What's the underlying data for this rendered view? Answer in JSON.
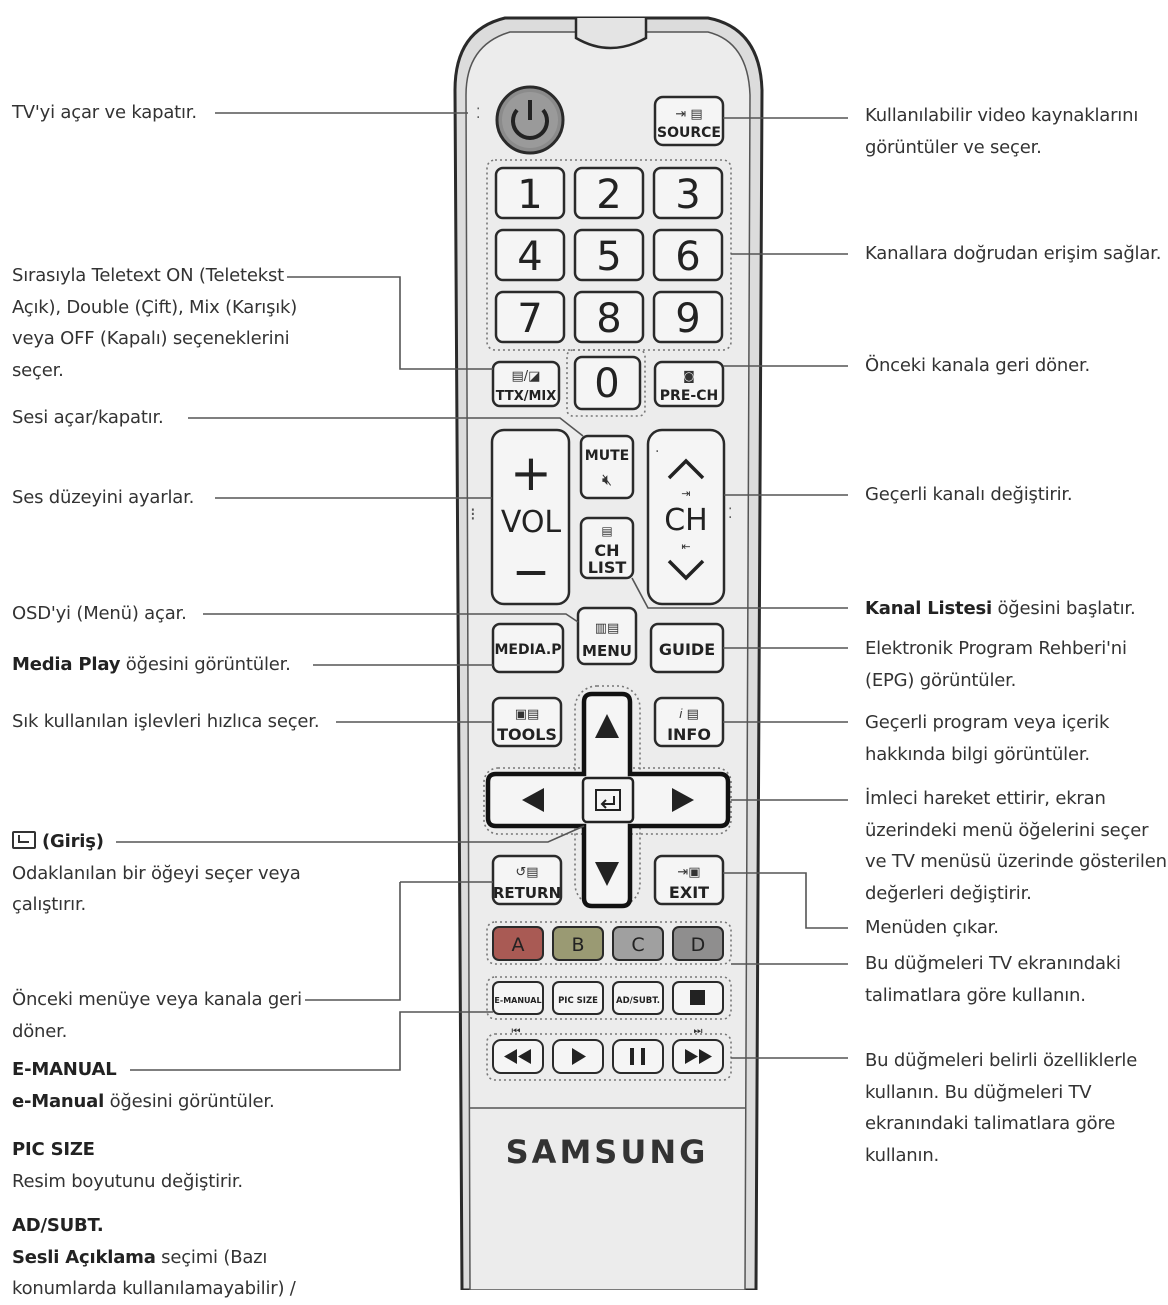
{
  "brand": "SAMSUNG",
  "buttons": {
    "source": "SOURCE",
    "digits": [
      "1",
      "2",
      "3",
      "4",
      "5",
      "6",
      "7",
      "8",
      "9"
    ],
    "zero": "0",
    "ttx": "TTX/MIX",
    "prech": "PRE-CH",
    "mute": "MUTE",
    "vol": "VOL",
    "vol_plus": "+",
    "vol_minus": "—",
    "ch": "CH",
    "chlist1": "CH",
    "chlist2": "LIST",
    "menu": "MENU",
    "mediap": "MEDIA.P",
    "guide": "GUIDE",
    "tools": "TOOLS",
    "info": "INFO",
    "return": "RETURN",
    "exit": "EXIT",
    "color_a": "A",
    "color_b": "B",
    "color_c": "C",
    "color_d": "D",
    "emanual": "E-MANUAL",
    "picsize": "PIC SIZE",
    "adsubt": "AD/SUBT."
  },
  "colors": {
    "btn_a": "#a95a54",
    "btn_b": "#9a9a73",
    "btn_c": "#a0a0a0",
    "btn_d": "#8f8e8e",
    "body": "#e8e8e8",
    "outline": "#2a2a2a"
  },
  "labels": {
    "power": "TV'yi açar ve kapatır.",
    "teletext": [
      "Sırasıyla Teletext ON (Teletekst",
      "Açık), Double (Çift), Mix (Karışık)",
      "veya OFF (Kapalı) seçeneklerini",
      "seçer."
    ],
    "mute": "Sesi açar/kapatır.",
    "volume": "Ses düzeyini ayarlar.",
    "menu": "OSD'yi (Menü) açar.",
    "media_bold": "Media Play",
    "media_rest": " öğesini görüntüler.",
    "tools": "Sık kullanılan işlevleri hızlıca seçer.",
    "enter_head": "(Giriş)",
    "enter_desc": [
      "Odaklanılan bir öğeyi seçer veya",
      "çalıştırır."
    ],
    "return": [
      "Önceki menüye veya kanala geri",
      "döner."
    ],
    "emanual_head": "E-MANUAL",
    "emanual_bold": "e-Manual",
    "emanual_rest": " öğesini görüntüler.",
    "picsize_head": "PIC SIZE",
    "picsize_desc": "Resim boyutunu değiştirir.",
    "adsubt_head": "AD/SUBT.",
    "adsubt_bold": "Sesli Açıklama",
    "adsubt_rest": " seçimi (Bazı",
    "adsubt_cut": "konumlarda kullanılamayabilir) /",
    "source": [
      "Kullanılabilir video kaynaklarını",
      "görüntüler ve seçer."
    ],
    "numbers": "Kanallara doğrudan erişim sağlar.",
    "prech": "Önceki kanala geri döner.",
    "channel": "Geçerli kanalı değiştirir.",
    "chlist_bold": "Kanal Listesi",
    "chlist_rest": " öğesini başlatır.",
    "guide": [
      "Elektronik Program Rehberi'ni",
      "(EPG) görüntüler."
    ],
    "info": [
      "Geçerli program veya içerik",
      "hakkında bilgi görüntüler."
    ],
    "nav": [
      "İmleci hareket ettirir, ekran",
      "üzerindeki menü öğelerini seçer",
      "ve TV menüsü üzerinde gösterilen",
      "değerleri değiştirir."
    ],
    "exit": "Menüden çıkar.",
    "color_buttons": [
      "Bu düğmeleri TV ekranındaki",
      "talimatlara göre kullanın."
    ],
    "playback": [
      "Bu düğmeleri belirli özelliklerle",
      "kullanın. Bu düğmeleri TV",
      "ekranındaki talimatlara göre",
      "kullanın."
    ]
  }
}
